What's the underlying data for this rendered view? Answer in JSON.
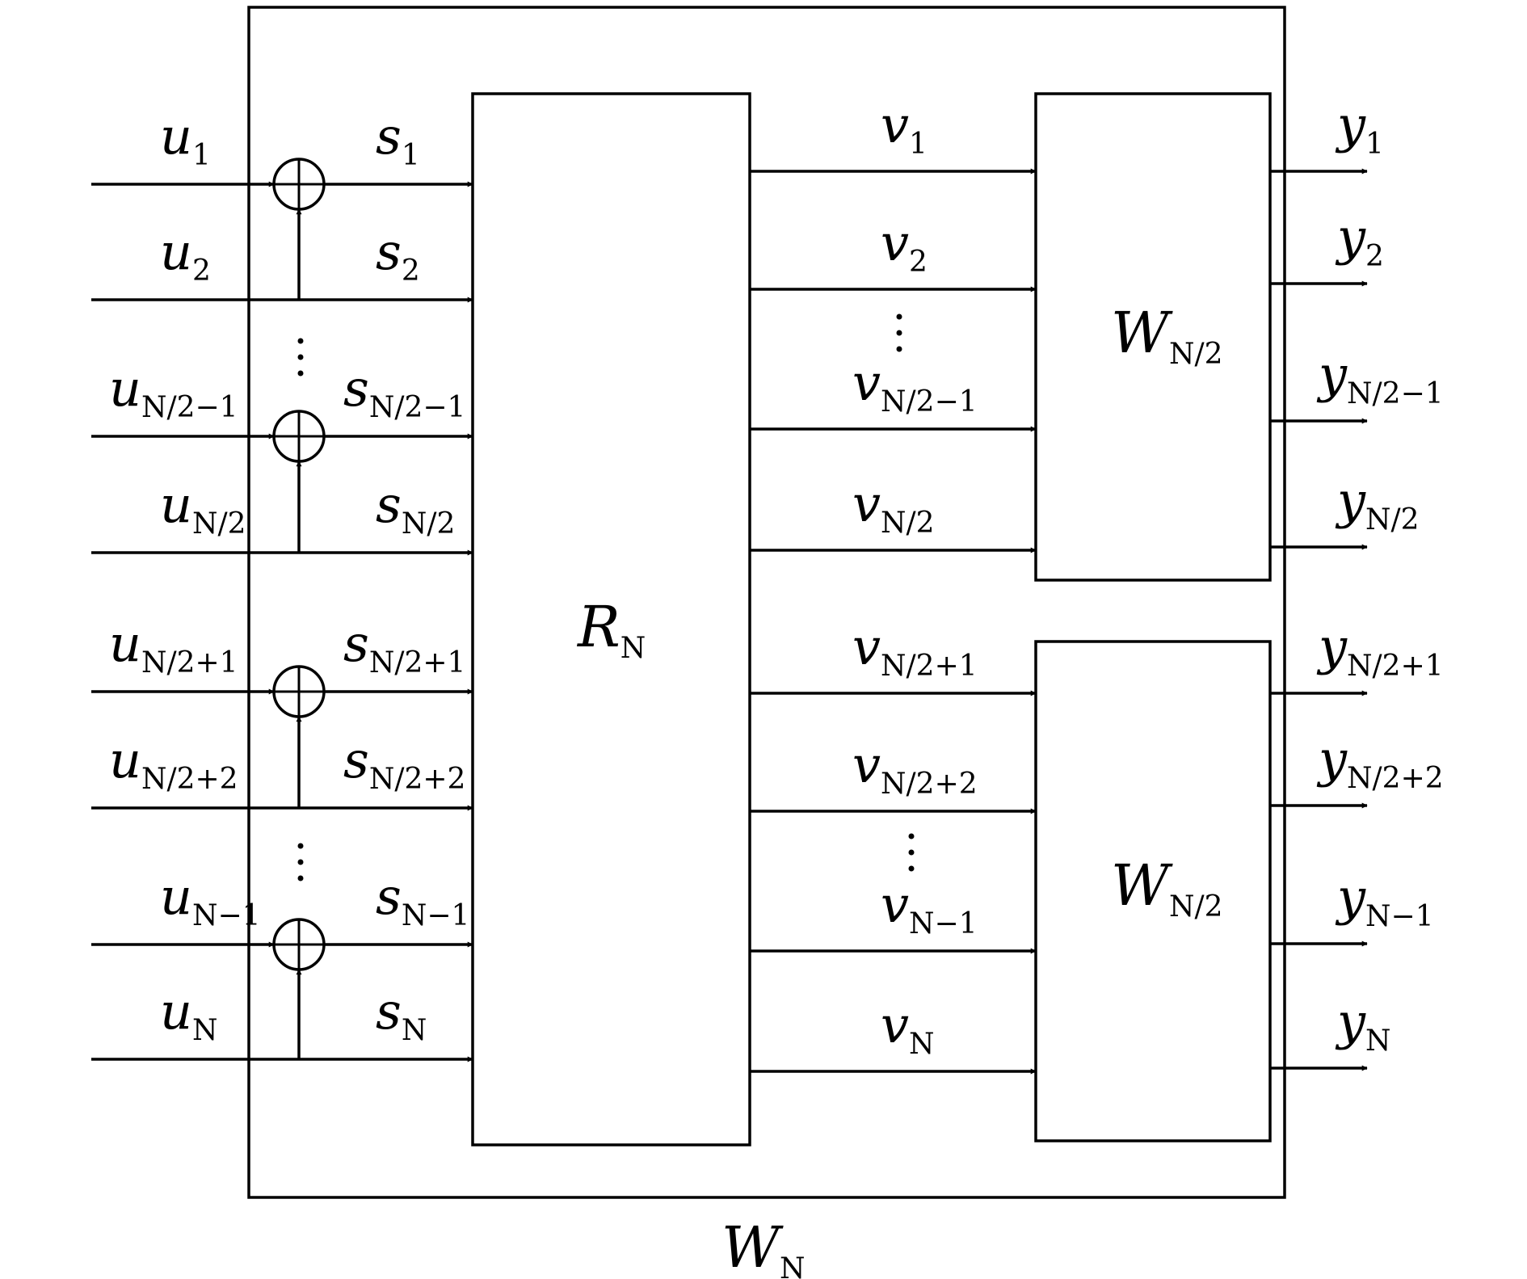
{
  "diagram": {
    "outer_block": {
      "label": "W",
      "sub": "N"
    },
    "permutation_block": {
      "label": "R",
      "sub": "N"
    },
    "sub_blocks": [
      {
        "label": "W",
        "sub": "N/2"
      },
      {
        "label": "W",
        "sub": "N/2"
      }
    ],
    "inputs": [
      {
        "base": "u",
        "sub": "1"
      },
      {
        "base": "u",
        "sub": "2"
      },
      {
        "base": "u",
        "sub": "N/2−1"
      },
      {
        "base": "u",
        "sub": "N/2"
      },
      {
        "base": "u",
        "sub": "N/2+1"
      },
      {
        "base": "u",
        "sub": "N/2+2"
      },
      {
        "base": "u",
        "sub": "N−1"
      },
      {
        "base": "u",
        "sub": "N"
      }
    ],
    "intermediate_s": [
      {
        "base": "s",
        "sub": "1"
      },
      {
        "base": "s",
        "sub": "2"
      },
      {
        "base": "s",
        "sub": "N/2−1"
      },
      {
        "base": "s",
        "sub": "N/2"
      },
      {
        "base": "s",
        "sub": "N/2+1"
      },
      {
        "base": "s",
        "sub": "N/2+2"
      },
      {
        "base": "s",
        "sub": "N−1"
      },
      {
        "base": "s",
        "sub": "N"
      }
    ],
    "intermediate_v": [
      {
        "base": "v",
        "sub": "1"
      },
      {
        "base": "v",
        "sub": "2"
      },
      {
        "base": "v",
        "sub": "N/2−1"
      },
      {
        "base": "v",
        "sub": "N/2"
      },
      {
        "base": "v",
        "sub": "N/2+1"
      },
      {
        "base": "v",
        "sub": "N/2+2"
      },
      {
        "base": "v",
        "sub": "N−1"
      },
      {
        "base": "v",
        "sub": "N"
      }
    ],
    "outputs": [
      {
        "base": "y",
        "sub": "1"
      },
      {
        "base": "y",
        "sub": "2"
      },
      {
        "base": "y",
        "sub": "N/2−1"
      },
      {
        "base": "y",
        "sub": "N/2"
      },
      {
        "base": "y",
        "sub": "N/2+1"
      },
      {
        "base": "y",
        "sub": "N/2+2"
      },
      {
        "base": "y",
        "sub": "N−1"
      },
      {
        "base": "y",
        "sub": "N"
      }
    ],
    "xor_symbol": "⊕",
    "ellipsis": "⋮"
  }
}
